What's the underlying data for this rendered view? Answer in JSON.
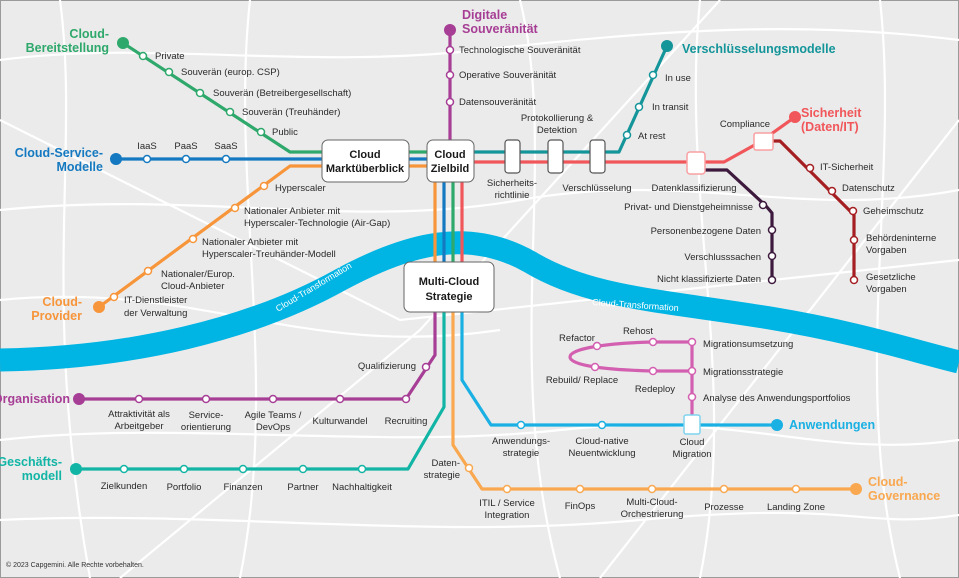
{
  "colors": {
    "green": "#2ea86b",
    "blue": "#1479c0",
    "orange": "#f7953a",
    "purple": "#a73e95",
    "teal": "#14959a",
    "red": "#f0565a",
    "darkred": "#a51e22",
    "darkpurple": "#3d1a3d",
    "river": "#00b4e3",
    "cyan": "#1ab0e3",
    "gteal": "#12b5a5",
    "gorange": "#f9a84f",
    "pink": "#d35fb0"
  },
  "hubs": {
    "markt": [
      "Cloud",
      "Marktüberblick"
    ],
    "ziel": [
      "Cloud",
      "Zielbild"
    ],
    "multi": [
      "Multi-Cloud",
      "Strategie"
    ]
  },
  "river": {
    "label1": "Cloud-Transformation",
    "label2": "Cloud-Transformation"
  },
  "lines": {
    "bereitstellung": {
      "title": [
        "Cloud-",
        "Bereitstellung"
      ],
      "stations": [
        "Private",
        "Souverän (europ. CSP)",
        "Souverän (Betreibergesellschaft)",
        "Souverän (Treuhänder)",
        "Public"
      ]
    },
    "service": {
      "title": [
        "Cloud-Service-",
        "Modelle"
      ],
      "stations": [
        "IaaS",
        "PaaS",
        "SaaS"
      ]
    },
    "provider": {
      "title": [
        "Cloud-",
        "Provider"
      ],
      "stations": [
        "Hyperscaler",
        [
          "Nationaler Anbieter mit",
          "Hyperscaler-Technologie (Air-Gap)"
        ],
        [
          "Nationaler Anbieter mit",
          "Hyperscaler-Treuhänder-Modell"
        ],
        [
          "Nationaler/Europ.",
          "Cloud-Anbieter"
        ],
        [
          "IT-Dienstleister",
          "der Verwaltung"
        ]
      ]
    },
    "souveraenitaet": {
      "title": [
        "Digitale",
        "Souveränität"
      ],
      "stations": [
        "Technologische Souveränität",
        "Operative Souveränität",
        "Datensouveränität"
      ]
    },
    "verschluesselung": {
      "title": "Verschlüsselungsmodelle",
      "stations": [
        "In use",
        "In transit",
        "At rest"
      ],
      "boxes": [
        [
          "Sicherheits-",
          "richtlinie"
        ],
        [
          "Protokollierung &",
          "Detektion"
        ],
        "Verschlüsselung"
      ]
    },
    "sicherheit": {
      "title": [
        "Sicherheit",
        "(Daten/IT)"
      ],
      "squares": [
        "Datenklassifizierung",
        "Compliance"
      ],
      "klassen": [
        "Privat- und Dienstgeheimnisse",
        "Personenbezogene Daten",
        "Verschlusssachen",
        "Nicht klassifizierte Daten"
      ],
      "it": [
        "IT-Sicherheit",
        "Datenschutz",
        "Geheimschutz",
        [
          "Behördeninterne",
          "Vorgaben"
        ],
        [
          "Gesetzliche",
          "Vorgaben"
        ]
      ]
    },
    "organisation": {
      "title": "Organisation",
      "stations": [
        [
          "Attraktivität als",
          "Arbeitgeber"
        ],
        [
          "Service-",
          "orientierung"
        ],
        [
          "Agile Teams /",
          "DevOps"
        ],
        "Kulturwandel",
        "Recruiting",
        "Qualifizierung"
      ]
    },
    "geschaeft": {
      "title": [
        "Geschäfts-",
        "modell"
      ],
      "stations": [
        "Zielkunden",
        "Portfolio",
        "Finanzen",
        "Partner",
        "Nachhaltigkeit"
      ]
    },
    "governance": {
      "title": [
        "Cloud-",
        "Governance"
      ],
      "stations": [
        [
          "Daten-",
          "strategie"
        ],
        [
          "ITIL / Service",
          "Integration"
        ],
        "FinOps",
        [
          "Multi-Cloud-",
          "Orchestrierung"
        ],
        "Prozesse",
        "Landing Zone"
      ]
    },
    "anwendungen": {
      "title": "Anwendungen",
      "stations": [
        [
          "Anwendungs-",
          "strategie"
        ],
        [
          "Cloud-native",
          "Neuentwicklung"
        ],
        [
          "Cloud",
          "Migration"
        ]
      ]
    },
    "migration": {
      "stations": [
        "Analyse des Anwendungsportfolios",
        "Migrationsstrategie",
        "Migrationsumsetzung",
        "Rehost",
        "Refactor",
        "Rebuild/ Replace",
        "Redeploy"
      ]
    }
  },
  "footer": {
    "copyright": "© 2023 Capgemini. Alle Rechte vorbehalten."
  }
}
